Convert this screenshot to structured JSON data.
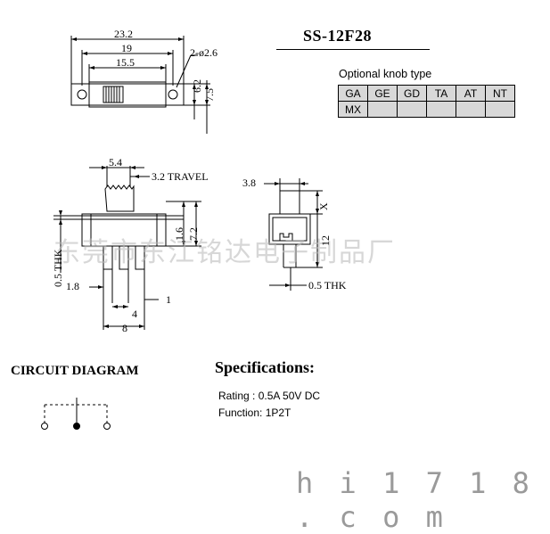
{
  "model": "SS-12F28",
  "knob_table": {
    "caption": "Optional knob type",
    "row1": [
      "GA",
      "GE",
      "GD",
      "TA",
      "AT",
      "NT"
    ],
    "row2_label": "MX"
  },
  "top_view_dims": {
    "overall_length": "23.2",
    "mid_length": "19",
    "inner_length": "15.5",
    "holes": "2-ø2.6",
    "height_inner": "6.2",
    "height_outer": "7.5"
  },
  "front_view_dims": {
    "knob_width": "5.4",
    "travel": "3.2  TRAVEL",
    "height_small": "1.6",
    "height_total": "7.2",
    "thickness_left": "0.5  THK",
    "pin_offset": "1.8",
    "pin_pitch": "4",
    "pin_span": "8",
    "pin_width": "1"
  },
  "side_view_dims": {
    "knob_width": "3.8",
    "x_label": "X",
    "body_height": "12",
    "thickness": "0.5  THK"
  },
  "circuit": {
    "title": "CIRCUIT  DIAGRAM"
  },
  "specs": {
    "title": "Specifications:",
    "rating": "Rating : 0.5A 50V DC",
    "function": "Function: 1P2T"
  },
  "watermark": "东莞市东江铭达电子制品厂",
  "site": "h i 1 7 1 8 . c o m"
}
